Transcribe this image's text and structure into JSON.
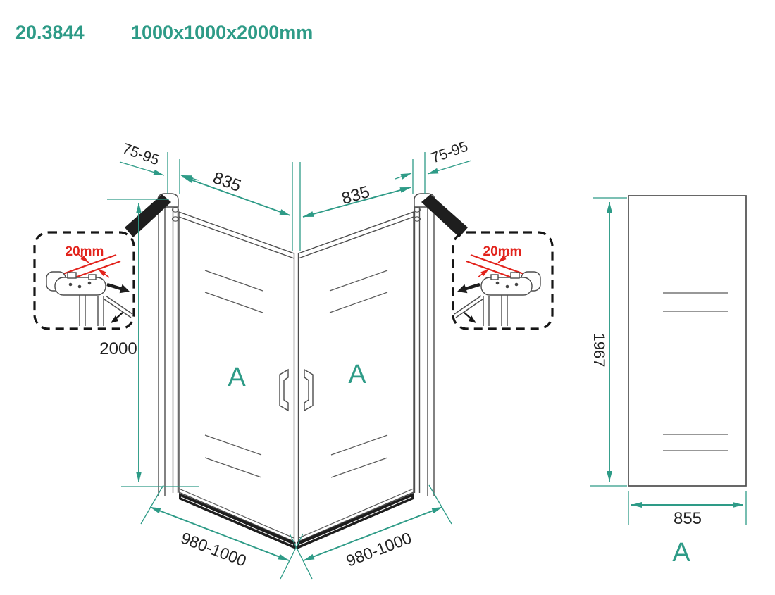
{
  "title": {
    "code": "20.3844",
    "size": "1000x1000x2000mm"
  },
  "colors": {
    "accent_teal": "#2e9b87",
    "warning_red": "#e2231c",
    "line_gray": "#4d4d4d",
    "dark": "#1e1e1e"
  },
  "dims": {
    "gap_left": "75-95",
    "gap_right": "75-95",
    "glass_left": "835",
    "glass_right": "835",
    "height": "2000",
    "width_left": "980-1000",
    "width_right": "980-1000"
  },
  "doors": {
    "left_label": "A",
    "right_label": "A"
  },
  "details": {
    "left": {
      "gap": "20mm"
    },
    "right": {
      "gap": "20mm"
    }
  },
  "side": {
    "height": "1967",
    "width": "855",
    "label": "A"
  }
}
